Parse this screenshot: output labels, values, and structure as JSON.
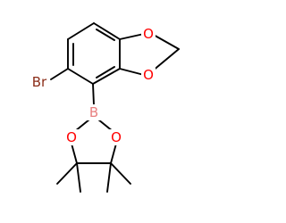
{
  "molecule": {
    "atoms": {
      "br": {
        "label": "Br",
        "color": "#8b2d19"
      },
      "b": {
        "label": "B",
        "color": "#e88080"
      },
      "o1": {
        "label": "O",
        "color": "#ff0000"
      },
      "o2": {
        "label": "O",
        "color": "#ff0000"
      },
      "o3": {
        "label": "O",
        "color": "#ff0000"
      },
      "o4": {
        "label": "O",
        "color": "#ff0000"
      }
    },
    "bond_color": "#000000"
  }
}
